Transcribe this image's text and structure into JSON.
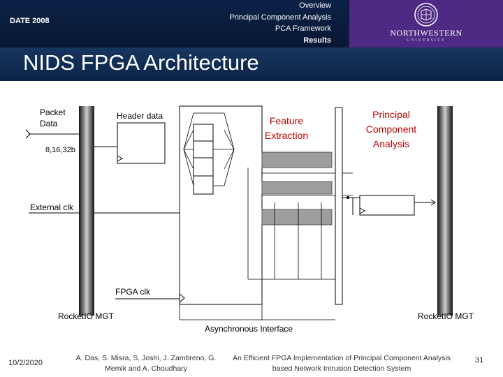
{
  "header": {
    "date_label": "DATE 2008",
    "nav": [
      "Overview",
      "Principal Component Analysis",
      "PCA Framework",
      "Results"
    ],
    "active_nav_index": 3,
    "logo": {
      "name": "NORTHWESTERN",
      "sub": "UNIVERSITY",
      "icon": "university-seal-icon"
    }
  },
  "slide": {
    "title": "NIDS FPGA Architecture"
  },
  "diagram": {
    "labels": {
      "packet_data": [
        "Packet",
        "Data"
      ],
      "bus_width": "8,16,32b",
      "header_data": "Header data",
      "external_clk": "External clk",
      "fpga_clk": "FPGA clk",
      "rocketio_left": "RocketIO MGT",
      "rocketio_right": "RocketIO MGT",
      "async_interface": "Asynchronous Interface"
    },
    "annotations": {
      "feature_extraction": [
        "Feature",
        "Extraction"
      ],
      "pca": [
        "Principal",
        "Component",
        "Analysis"
      ]
    },
    "colors": {
      "annotation": "#c00000",
      "feature_block": "#9e9e9e"
    }
  },
  "footer": {
    "date": "10/2/2020",
    "authors": [
      "A. Das, S. Misra, S. Joshi, J. Zambreno, G.",
      "Memik and A. Choudhary"
    ],
    "paper": [
      "An Efficient FPGA Implementation of Principal Component Analysis",
      "based Network Intrusion Detection System"
    ],
    "page": "31"
  }
}
